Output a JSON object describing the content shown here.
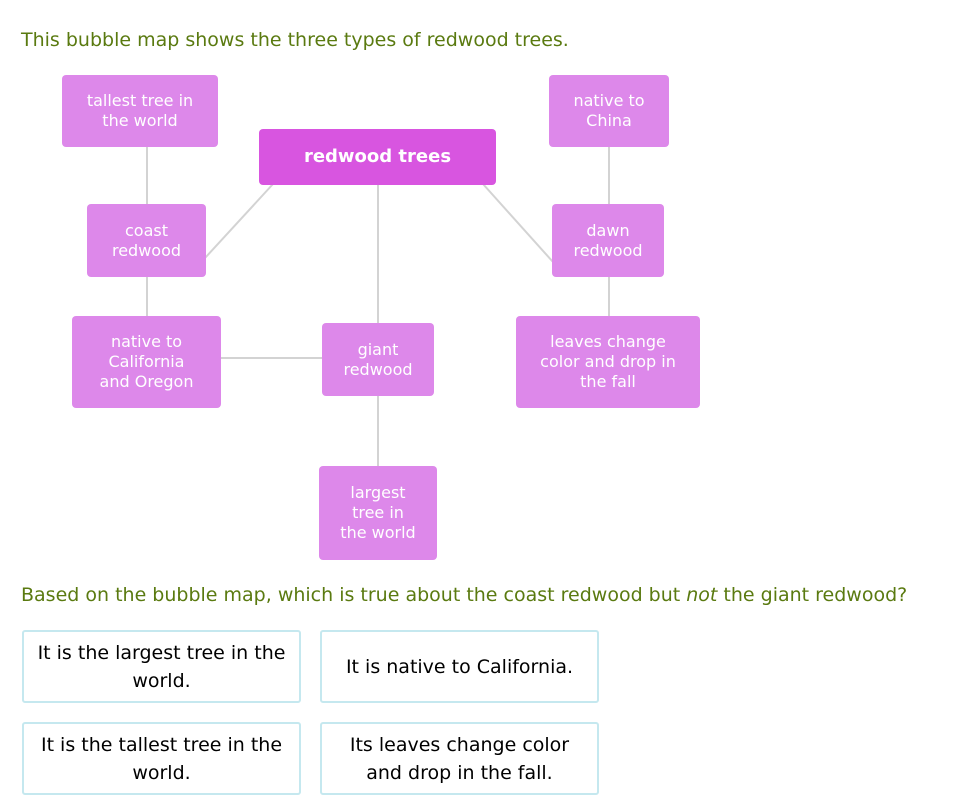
{
  "intro": "This bubble map shows the three types of redwood trees.",
  "bubble_map": {
    "center": "redwood trees",
    "coast_redwood": "coast\nredwood",
    "coast_tallest": "tallest tree in\nthe world",
    "coast_native": "native to\nCalifornia\nand Oregon",
    "giant_redwood": "giant\nredwood",
    "giant_largest": "largest\ntree in\nthe world",
    "dawn_redwood": "dawn\nredwood",
    "dawn_native": "native to\nChina",
    "dawn_leaves": "leaves change\ncolor and drop in\nthe fall"
  },
  "question": {
    "before": "Based on the bubble map, which is true about the coast redwood but ",
    "emphasis": "not",
    "after": " the giant redwood?"
  },
  "choices": [
    "It is the largest tree in the world.",
    "It is native to California.",
    "It is the tallest tree in the world.",
    "Its leaves change color and drop in the fall."
  ]
}
